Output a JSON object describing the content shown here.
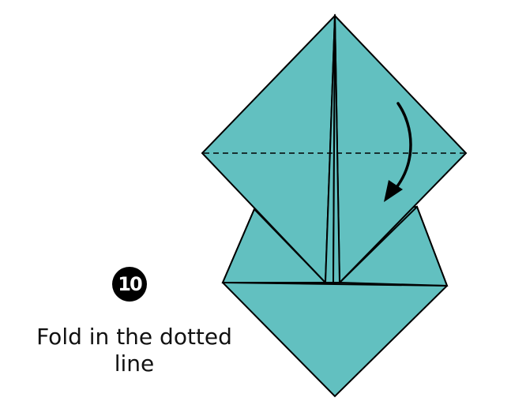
{
  "step": {
    "number": "10",
    "instruction": "Fold in the dotted line"
  },
  "colors": {
    "paper": "#62c0c0",
    "outline": "#000000",
    "background": "#ffffff",
    "badge": "#000000",
    "badge_text": "#ffffff"
  },
  "icons": {
    "fold_arrow": "curved-arrow-down",
    "fold_line": "dashed-line"
  }
}
